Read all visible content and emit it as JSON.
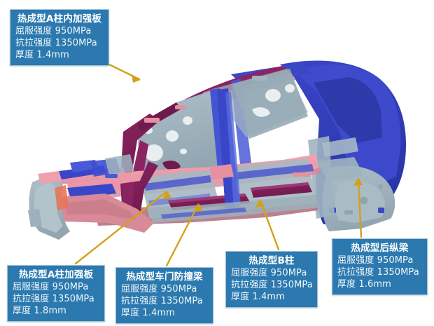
{
  "figure": {
    "subject": "car-body-in-white-hot-stamped-parts",
    "background_color": "#ffffff",
    "callout_box_color": "#2b79af",
    "callout_border_color": "#9fc3dc",
    "callout_text_color": "#ffffff",
    "arrow_color": "#d4a017"
  },
  "callouts": [
    {
      "id": "a-pillar-inner-reinforcement",
      "title": "热成型A柱内加强板",
      "lines": [
        "屈服强度 950MPa",
        "抗拉强度 1350MPa",
        "厚度 1.4mm"
      ],
      "yield_strength": "950MPa",
      "tensile_strength": "1350MPa",
      "thickness": "1.4mm"
    },
    {
      "id": "a-pillar-reinforcement",
      "title": "热成型A柱加强板",
      "lines": [
        "屈服强度 950MPa",
        "抗拉强度 1350MPa",
        "厚度 1.8mm"
      ],
      "yield_strength": "950MPa",
      "tensile_strength": "1350MPa",
      "thickness": "1.8mm"
    },
    {
      "id": "door-anti-collision-beam",
      "title": "热成型车门防撞梁",
      "lines": [
        "屈服强度 950MPa",
        "抗拉强度 1350MPa",
        "厚度 1.4mm"
      ],
      "yield_strength": "950MPa",
      "tensile_strength": "1350MPa",
      "thickness": "1.4mm"
    },
    {
      "id": "b-pillar",
      "title": "热成型B柱",
      "lines": [
        "屈服强度 950MPa",
        "抗拉强度 1350MPa",
        "厚度 1.4mm"
      ],
      "yield_strength": "950MPa",
      "tensile_strength": "1350MPa",
      "thickness": "1.4mm"
    },
    {
      "id": "rear-longitudinal-beam",
      "title": "热成型后纵梁",
      "lines": [
        "屈服强度 950MPa",
        "抗拉强度 1350MPa",
        "厚度 1.6mm"
      ],
      "yield_strength": "950MPa",
      "tensile_strength": "1350MPa",
      "thickness": "1.6mm"
    }
  ]
}
